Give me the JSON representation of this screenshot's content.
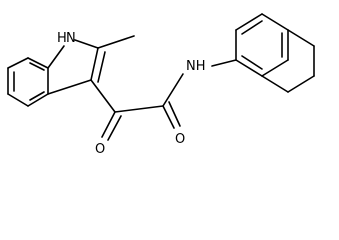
{
  "molecule": {
    "labels": {
      "indole_nh": "H",
      "indole_n": "N",
      "amide_nh": "NH",
      "ketone_o": "O",
      "amide_o": "O"
    },
    "colors": {
      "bond": "#000000",
      "label": "#000000",
      "background": "#ffffff"
    }
  }
}
